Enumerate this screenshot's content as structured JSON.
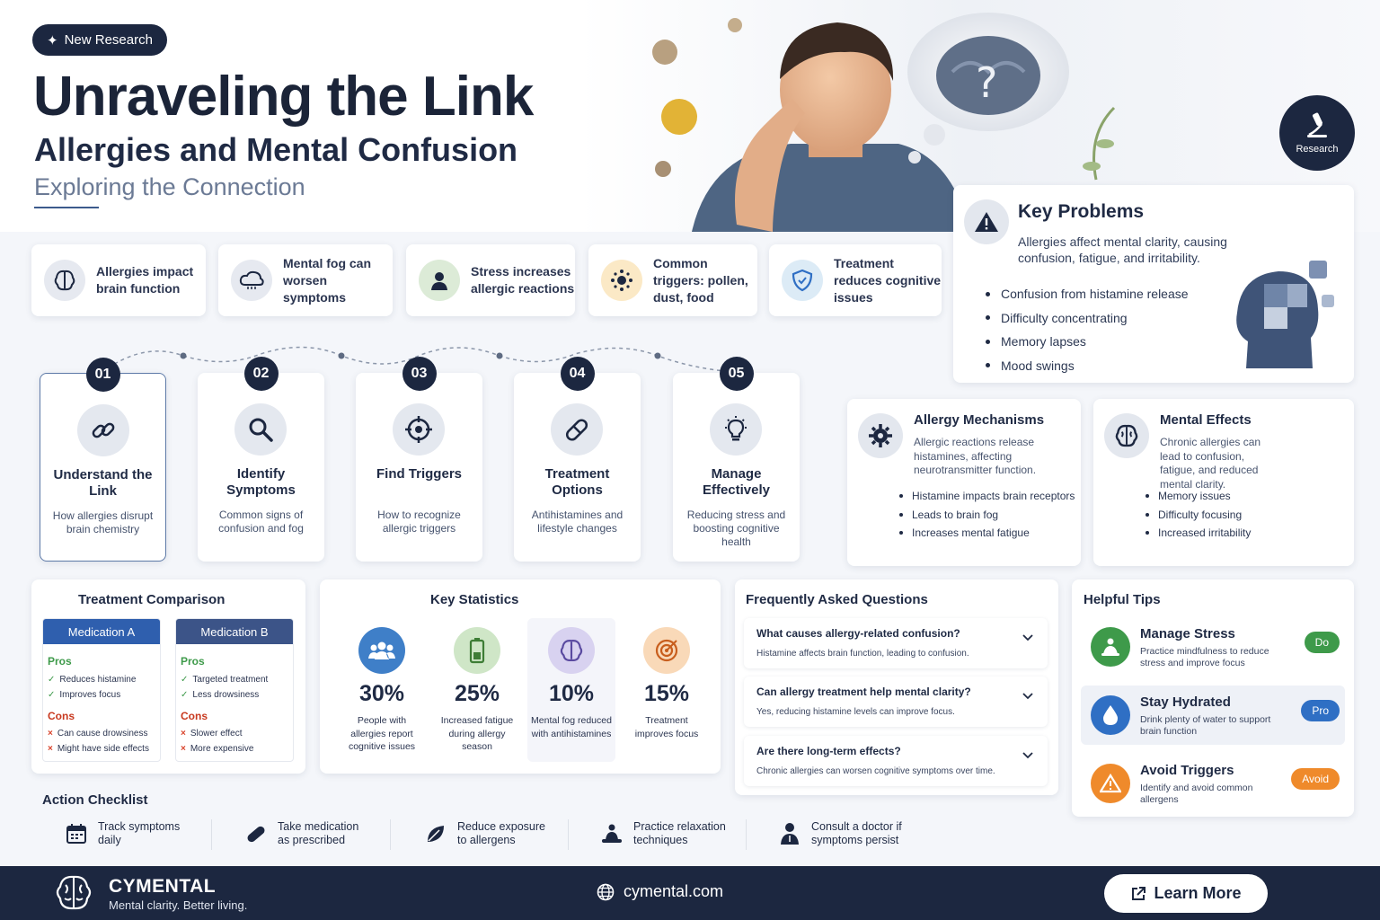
{
  "hero": {
    "badge": "New Research",
    "title": "Unraveling the Link",
    "subtitle": "Allergies and Mental Confusion",
    "tagline": "Exploring the Connection",
    "research_label": "Research"
  },
  "key_problems": {
    "title": "Key Problems",
    "text": "Allergies affect mental clarity, causing confusion, fatigue, and irritability.",
    "items": [
      "Confusion from histamine release",
      "Difficulty concentrating",
      "Memory lapses",
      "Mood swings"
    ]
  },
  "facts": [
    {
      "text": "Allergies impact brain function",
      "icon": "brain-icon"
    },
    {
      "text": "Mental fog can worsen symptoms",
      "icon": "cloud-icon"
    },
    {
      "text": "Stress increases allergic reactions",
      "icon": "stress-person-icon"
    },
    {
      "text": "Common triggers: pollen, dust, food",
      "icon": "pollen-icon"
    },
    {
      "text": "Treatment reduces cognitive issues",
      "icon": "shield-icon"
    }
  ],
  "steps": [
    {
      "num": "01",
      "title": "Understand the Link",
      "desc": "How allergies disrupt brain chemistry",
      "icon": "link-icon"
    },
    {
      "num": "02",
      "title": "Identify Symptoms",
      "desc": "Common signs of confusion and fog",
      "icon": "search-icon"
    },
    {
      "num": "03",
      "title": "Find Triggers",
      "desc": "How to recognize allergic triggers",
      "icon": "target-icon"
    },
    {
      "num": "04",
      "title": "Treatment Options",
      "desc": "Antihistamines and lifestyle changes",
      "icon": "pill-icon"
    },
    {
      "num": "05",
      "title": "Manage Effectively",
      "desc": "Reducing stress and boosting cognitive health",
      "icon": "lightbulb-icon"
    }
  ],
  "mechanisms": {
    "title": "Allergy Mechanisms",
    "desc": "Allergic reactions release histamines, affecting neurotransmitter function.",
    "items": [
      "Histamine impacts brain receptors",
      "Leads to brain fog",
      "Increases mental fatigue"
    ]
  },
  "mental_effects": {
    "title": "Mental Effects",
    "desc": "Chronic allergies can lead to confusion, fatigue, and reduced mental clarity.",
    "items": [
      "Memory issues",
      "Difficulty focusing",
      "Increased irritability"
    ]
  },
  "comparison": {
    "title": "Treatment Comparison",
    "pros_label": "Pros",
    "cons_label": "Cons",
    "med_a": {
      "name": "Medication A",
      "pros": [
        "Reduces histamine",
        "Improves focus"
      ],
      "cons": [
        "Can cause drowsiness",
        "Might have side effects"
      ]
    },
    "med_b": {
      "name": "Medication B",
      "pros": [
        "Targeted treatment",
        "Less drowsiness"
      ],
      "cons": [
        "Slower effect",
        "More expensive"
      ]
    }
  },
  "stats": {
    "title": "Key Statistics",
    "items": [
      {
        "value": "30%",
        "label": "People with allergies report cognitive issues",
        "color": "#3f7fc8"
      },
      {
        "value": "25%",
        "label": "Increased fatigue during allergy season",
        "color": "#62a35b"
      },
      {
        "value": "10%",
        "label": "Mental fog reduced with antihistamines",
        "color": "#8a78c9"
      },
      {
        "value": "15%",
        "label": "Treatment improves focus",
        "color": "#e07a3a"
      }
    ]
  },
  "faq": {
    "title": "Frequently Asked Questions",
    "items": [
      {
        "q": "What causes allergy-related confusion?",
        "a": "Histamine affects brain function, leading to confusion."
      },
      {
        "q": "Can allergy treatment help mental clarity?",
        "a": "Yes, reducing histamine levels can improve focus."
      },
      {
        "q": "Are there long-term effects?",
        "a": "Chronic allergies can worsen cognitive symptoms over time."
      }
    ]
  },
  "tips": {
    "title": "Helpful Tips",
    "items": [
      {
        "title": "Manage Stress",
        "desc": "Practice mindfulness to reduce stress and improve focus",
        "pill": "Do",
        "color": "#3e9a4a"
      },
      {
        "title": "Stay Hydrated",
        "desc": "Drink plenty of water to support brain function",
        "pill": "Pro",
        "color": "#2f6fc4"
      },
      {
        "title": "Avoid Triggers",
        "desc": "Identify and avoid common allergens",
        "pill": "Avoid",
        "color": "#ef8a2b"
      }
    ]
  },
  "checklist": {
    "title": "Action Checklist",
    "items": [
      {
        "text": "Track symptoms daily",
        "icon": "calendar-icon"
      },
      {
        "text": "Take medication as prescribed",
        "icon": "capsule-icon"
      },
      {
        "text": "Reduce exposure to allergens",
        "icon": "leaf-icon"
      },
      {
        "text": "Practice relaxation techniques",
        "icon": "meditation-icon"
      },
      {
        "text": "Consult a doctor if symptoms persist",
        "icon": "doctor-icon"
      }
    ]
  },
  "footer": {
    "brand": "CYMENTAL",
    "slogan": "Mental clarity. Better living.",
    "website": "cymental.com",
    "cta": "Learn More"
  },
  "colors": {
    "navy": "#1c2740",
    "accent": "#2f5597"
  }
}
